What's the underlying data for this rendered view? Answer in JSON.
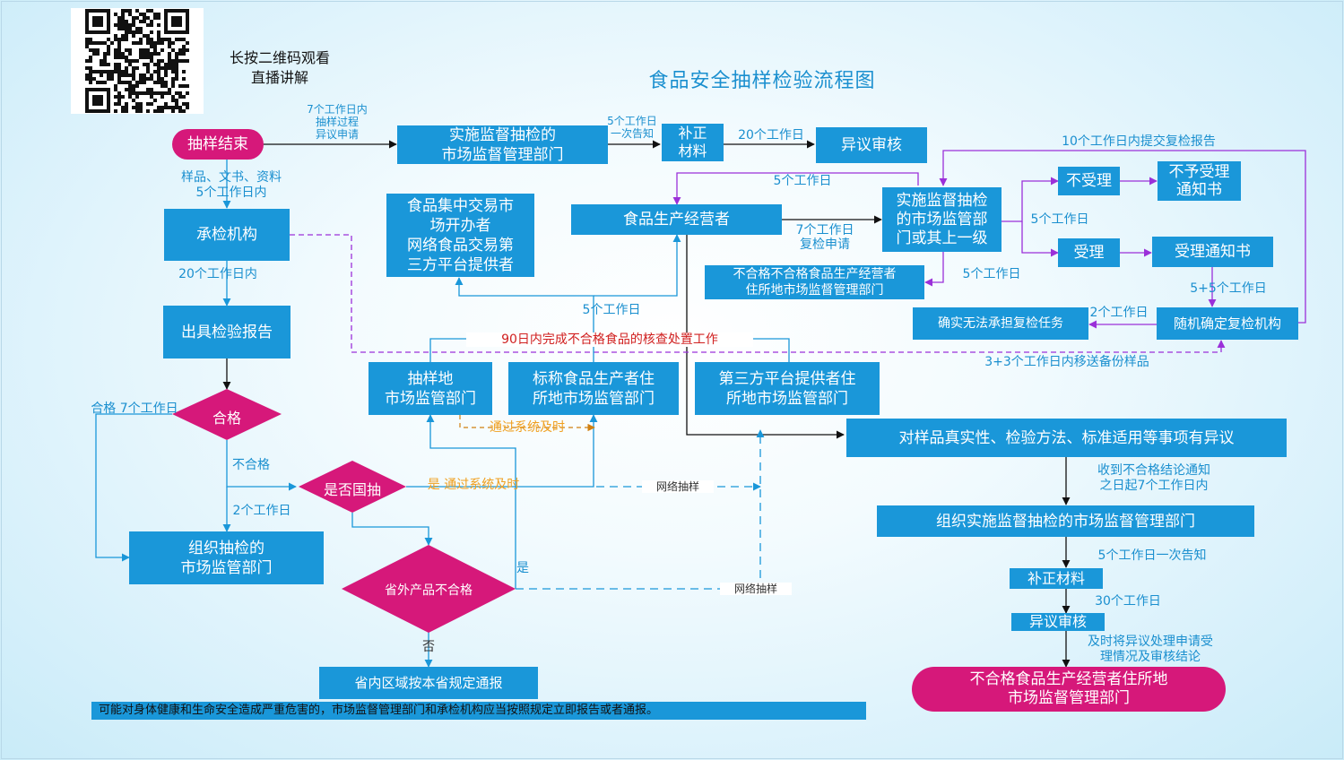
{
  "title": "食品安全抽样检验流程图",
  "qr": {
    "caption": "长按二维码观看\n直播讲解"
  },
  "nodes": {
    "start": "抽样结束",
    "agency": "承检机构",
    "report": "出具检验报告",
    "organize": "组织抽检的\n市场监管部门",
    "supervise": "实施监督抽检的\n市场监督管理部门",
    "supplement_top": "补正\n材料",
    "objection_top": "异议审核",
    "platform": "食品集中交易市\n场开办者\n网络食品交易第\n三方平台提供者",
    "producer": "食品生产经营者",
    "recheck_dept": "实施监督抽检\n的市场监管部\n门或其上一级",
    "reject": "不受理",
    "reject_notice": "不予受理\n通知书",
    "accept": "受理",
    "accept_notice": "受理通知书",
    "unqualified_producer_dept": "不合格不合格食品生产经营者\n住所地市场监督管理部门",
    "cannot_recheck": "确实无法承担复检任务",
    "random_agency": "随机确定复检机构",
    "sample_site": "抽样地\n市场监管部门",
    "claimed_producer": "标称食品生产者住\n所地市场监管部门",
    "third_party": "第三方平台提供者住\n所地市场监管部门",
    "objection_items": "对样品真实性、检验方法、标准适用等事项有异议",
    "organize_dept": "组织实施监督抽检的市场监督管理部门",
    "supplement_bottom": "补正材料",
    "objection_bottom": "异议审核",
    "final_dept": "不合格食品生产经营者住所地\n市场监督管理部门",
    "province_notify": "省内区域按本省规定通报",
    "bottom_note": "可能对身体健康和生命安全造成严重危害的，市场监督管理部门和承检机构应当按照规定立即报告或者通报。"
  },
  "decisions": {
    "pass": "合格",
    "national": "是否国抽",
    "outside": "省外产品不合格"
  },
  "labels": {
    "l_7days_objection": "7个工作日内\n抽样过程\n异议申请",
    "l_samples": "样品、文书、资料\n5个工作日内",
    "l_20days_a": "20个工作日内",
    "l_5days_once": "5个工作日\n一次告知",
    "l_20days_b": "20个工作日",
    "l_10days": "10个工作日内提交复检报告",
    "l_5days_producer": "5个工作日",
    "l_7days_recheck": "7个工作日\n复检申请",
    "l_5days_accept": "5个工作日",
    "l_5days_unq": "5个工作日",
    "l_5p5": "5+5个工作日",
    "l_2days": "2个工作日",
    "l_3p3": "3+3个工作日内移送备份样品",
    "l_5days_mid": "5个工作日",
    "l_90days": "90日内完成不合格食品的核查处置工作",
    "l_pass7": "合格 7个工作日",
    "l_fail": "不合格",
    "l_2days_org": "2个工作日",
    "l_system1": "通过系统及时",
    "l_yes_system": "是 通过系统及时",
    "l_network1": "网络抽样",
    "l_network2": "网络抽样",
    "l_yes": "是",
    "l_no": "否",
    "l_received": "收到不合格结论通知\n之日起7个工作日内",
    "l_5days_once2": "5个工作日一次告知",
    "l_30days": "30个工作日",
    "l_timely": "及时将异议处理申请受\n理情况及审核结论"
  },
  "colors": {
    "box": "#1a97d9",
    "pill": "#d6187a",
    "label": "#1a8fcf",
    "purple": "#9b30d9",
    "orange": "#f0a020",
    "red": "#d02020",
    "black": "#111111"
  }
}
